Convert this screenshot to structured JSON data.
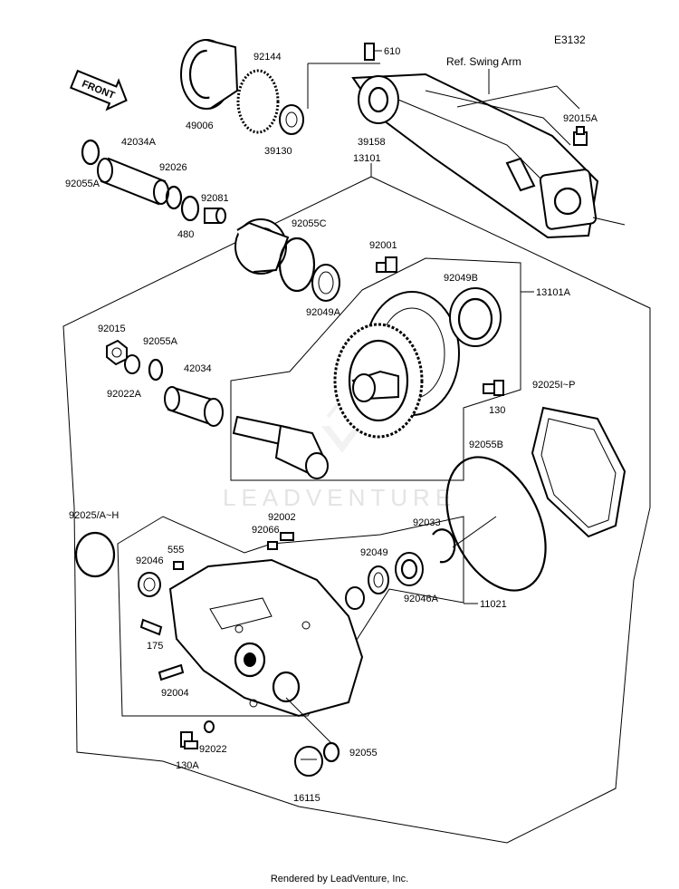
{
  "diagram": {
    "code": "E3132",
    "reference_note": "Ref. Swing Arm",
    "front_arrow": "FRONT",
    "watermark": "LEADVENTURE",
    "credit": "Rendered by LeadVenture, Inc.",
    "labels": {
      "p610": "610",
      "p92144": "92144",
      "p49006": "49006",
      "p39130": "39130",
      "p39158": "39158",
      "p92015A": "92015A",
      "p42034A": "42034A",
      "p92026": "92026",
      "p92055A_top": "92055A",
      "p92081": "92081",
      "p480": "480",
      "p13101": "13101",
      "p92055C": "92055C",
      "p92001": "92001",
      "p92049B": "92049B",
      "p13101A": "13101A",
      "p92049A": "92049A",
      "p92015": "92015",
      "p92055A_mid": "92055A",
      "p42034": "42034",
      "p92022A": "92022A",
      "p92025IP": "92025I~P",
      "p130": "130",
      "p92055B": "92055B",
      "p92025AH": "92025/A~H",
      "p92002": "92002",
      "p92066": "92066",
      "p92033": "92033",
      "p555": "555",
      "p92046": "92046",
      "p92049": "92049",
      "p92046A": "92046A",
      "p11021": "11021",
      "p175": "175",
      "p92004": "92004",
      "p130A": "130A",
      "p92022": "92022",
      "p92055": "92055",
      "p16115": "16115"
    }
  }
}
